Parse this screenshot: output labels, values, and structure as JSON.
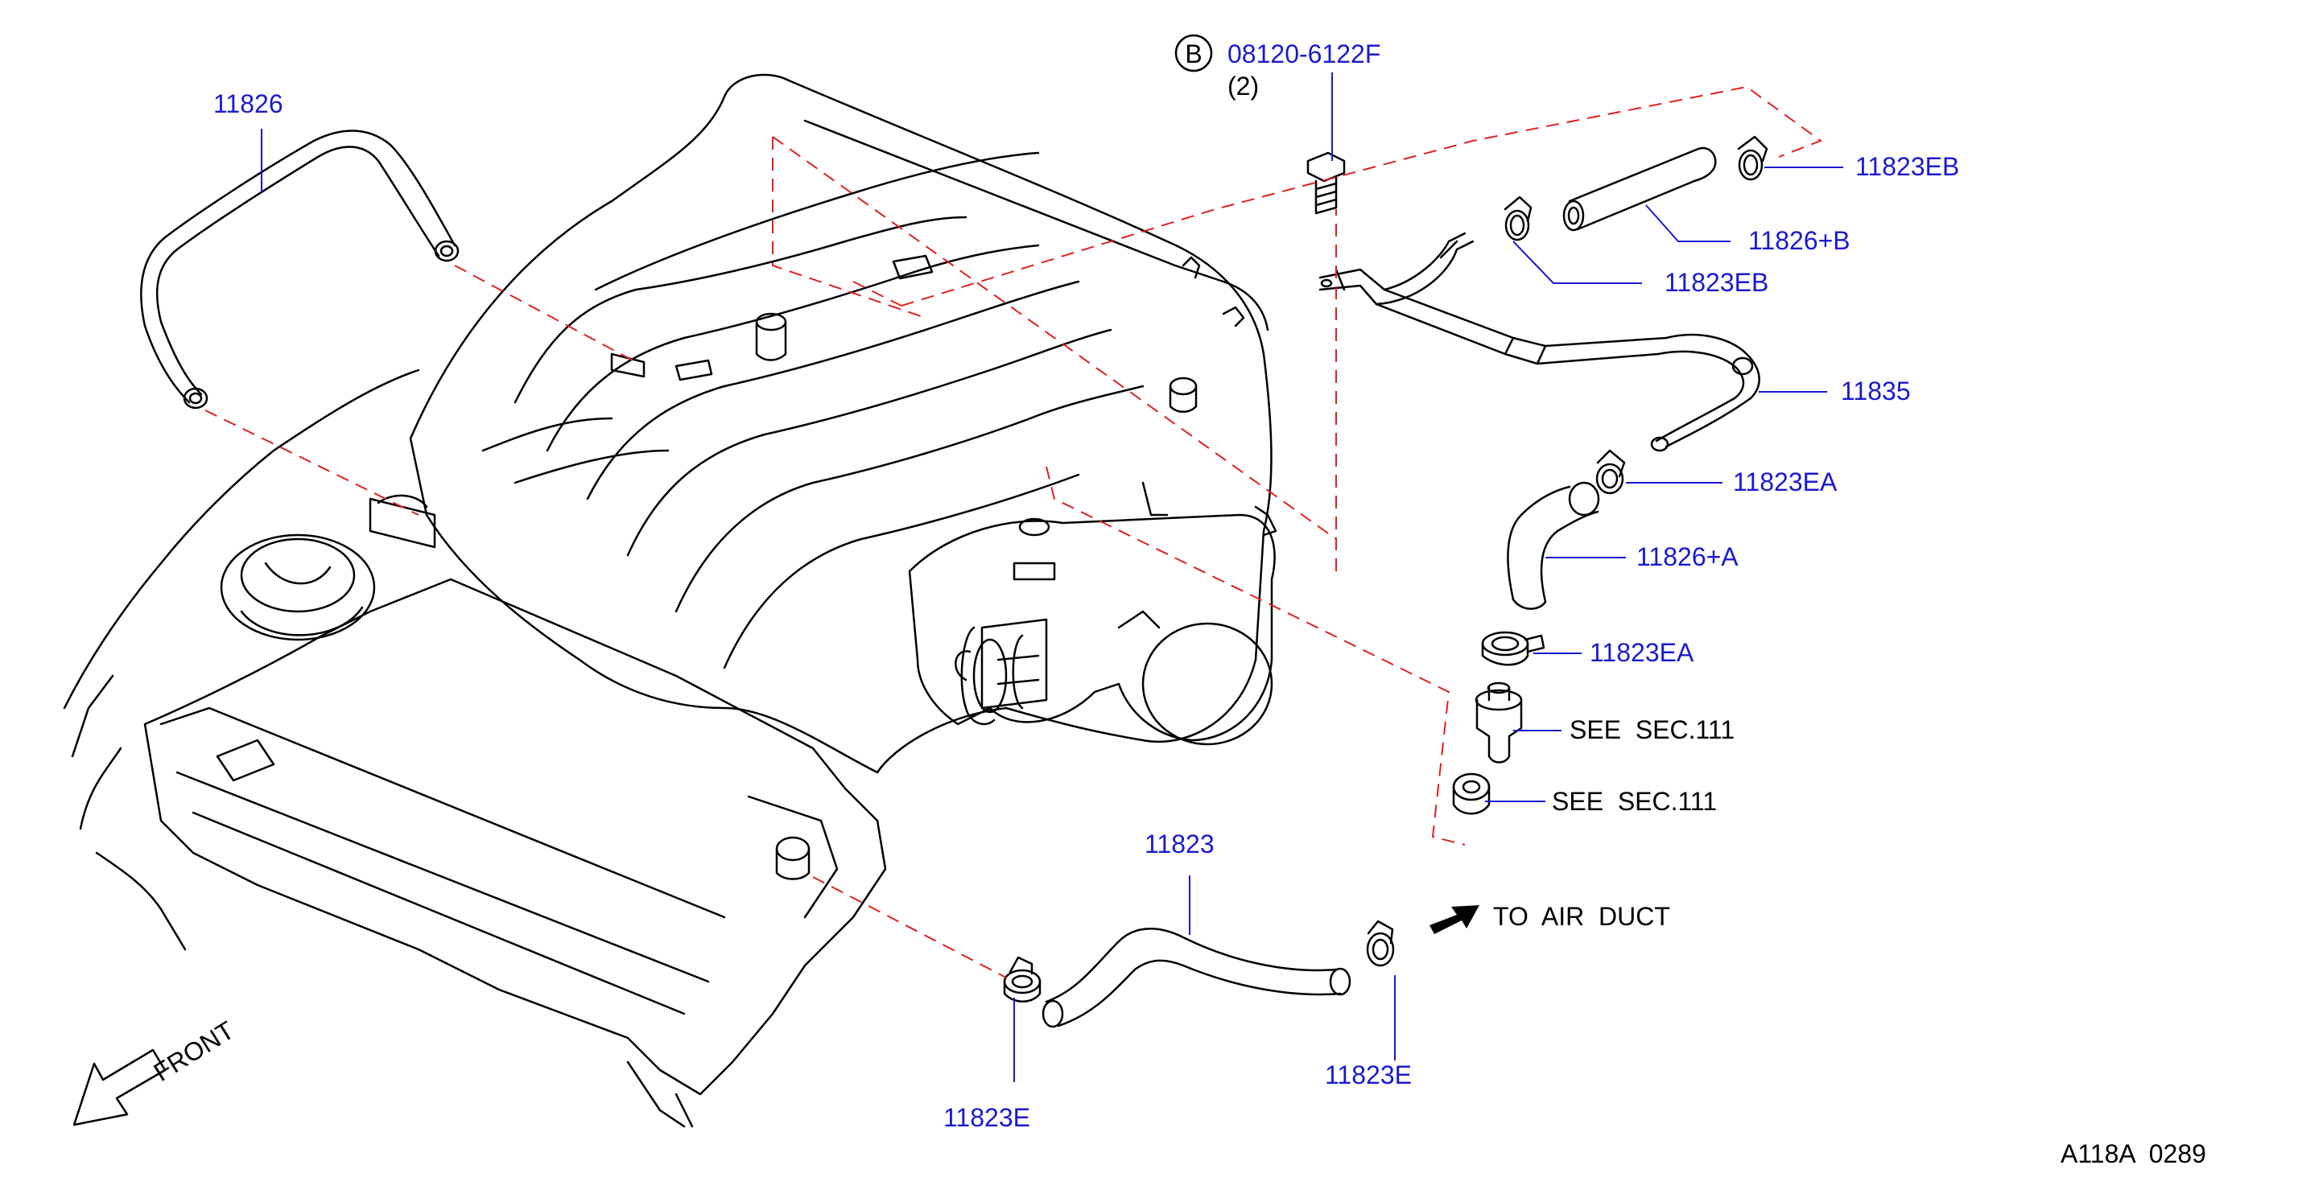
{
  "labels": {
    "p11826": "11826",
    "bolt_code": "08120-6122F",
    "bolt_qty": "(2)",
    "bolt_marker": "B",
    "p11823EB_top": "11823EB",
    "p11826B": "11826+B",
    "p11823EB_mid": "11823EB",
    "p11835": "11835",
    "p11823EA_top": "11823EA",
    "p11826A": "11826+A",
    "p11823EA_low": "11823EA",
    "see1": "SEE  SEC.111",
    "see2": "SEE  SEC.111",
    "p11823": "11823",
    "to_air_duct": "TO  AIR  DUCT",
    "p11823E_left": "11823E",
    "p11823E_right": "11823E",
    "front": "FRONT",
    "figure_code": "A118A  0289"
  },
  "colors": {
    "part_number": "#1a1ad0",
    "leader_line": "#1a1ad0",
    "dashed_reference": "#e02020",
    "drawing": "#000000"
  }
}
